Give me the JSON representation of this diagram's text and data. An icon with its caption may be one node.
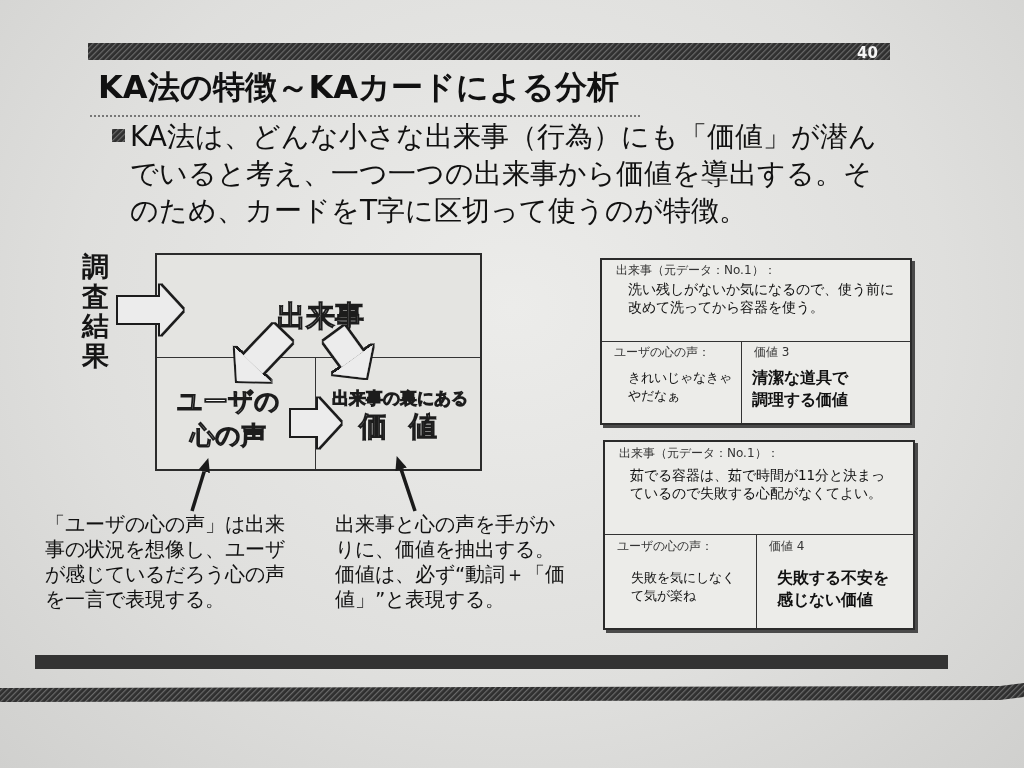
{
  "diagram": {
    "title": "KA法の特徴～KAカードによる分析",
    "nodes": [
      {
        "text": [
          "調査結果"
        ]
      },
      {
        "text": [],
        "shape": "box"
      },
      {
        "text": [
          "出来事"
        ],
        "in": 1
      },
      {
        "text": [
          "ユーザの心の声"
        ],
        "in": 1
      },
      {
        "text": [
          "出来事の裏にある",
          "価値"
        ],
        "in": 1
      },
      {
        "text": [
          "「ユーザの心の声」は出来事の状況を想像し、ユーザが感じているだろう心の声を一言で表現する。"
        ]
      },
      {
        "text": [
          "出来事と心の声を手がかりに、価値を抽出する。価値は、必ず“動詞＋「価値」”と表現する。"
        ]
      },
      {
        "text": [],
        "shape": "box"
      },
      {
        "text": [
          "出来事（元データ：No.1）：",
          "洗い残しがないか気になるので、使う前に改めて洗ってから容器を使う。"
        ],
        "in": 7
      },
      {
        "text": [
          "ユーザの心の声：",
          "きれいじゃなきゃやだなぁ"
        ],
        "in": 7
      },
      {
        "text": [
          "価値 3",
          "清潔な道具で調理する価値"
        ],
        "in": 7
      },
      {
        "text": [],
        "shape": "box"
      },
      {
        "text": [
          "出来事（元データ：No.1）：",
          "茹でる容器は、茹で時間が11分と決まっているので失敗する心配がなくてよい。"
        ],
        "in": 11
      },
      {
        "text": [
          "ユーザの心の声：",
          "失敗を気にしなくて気が楽ね"
        ],
        "in": 11
      },
      {
        "text": [
          "価値 4",
          "失敗する不安を感じない価値"
        ],
        "in": 11
      }
    ],
    "edges": [
      {
        "from": 0,
        "to": 2,
        "arrow": "to"
      },
      {
        "from": 2,
        "to": 3,
        "arrow": "to"
      },
      {
        "from": 2,
        "to": 4,
        "arrow": "to"
      },
      {
        "from": 3,
        "to": 4,
        "arrow": "to"
      },
      {
        "from": 5,
        "to": 3,
        "arrow": "to",
        "color": "#1a1a1a"
      },
      {
        "from": 6,
        "to": 4,
        "arrow": "to",
        "color": "#1a1a1a"
      }
    ],
    "labels": [
      "40",
      "KA法は、どんな小さな出来事（行為）にも「価値」が潜んでいると考え、一つ一つの出来事から価値を導出する。そのため、カードをT字に区切って使うのが特徴。"
    ]
  }
}
